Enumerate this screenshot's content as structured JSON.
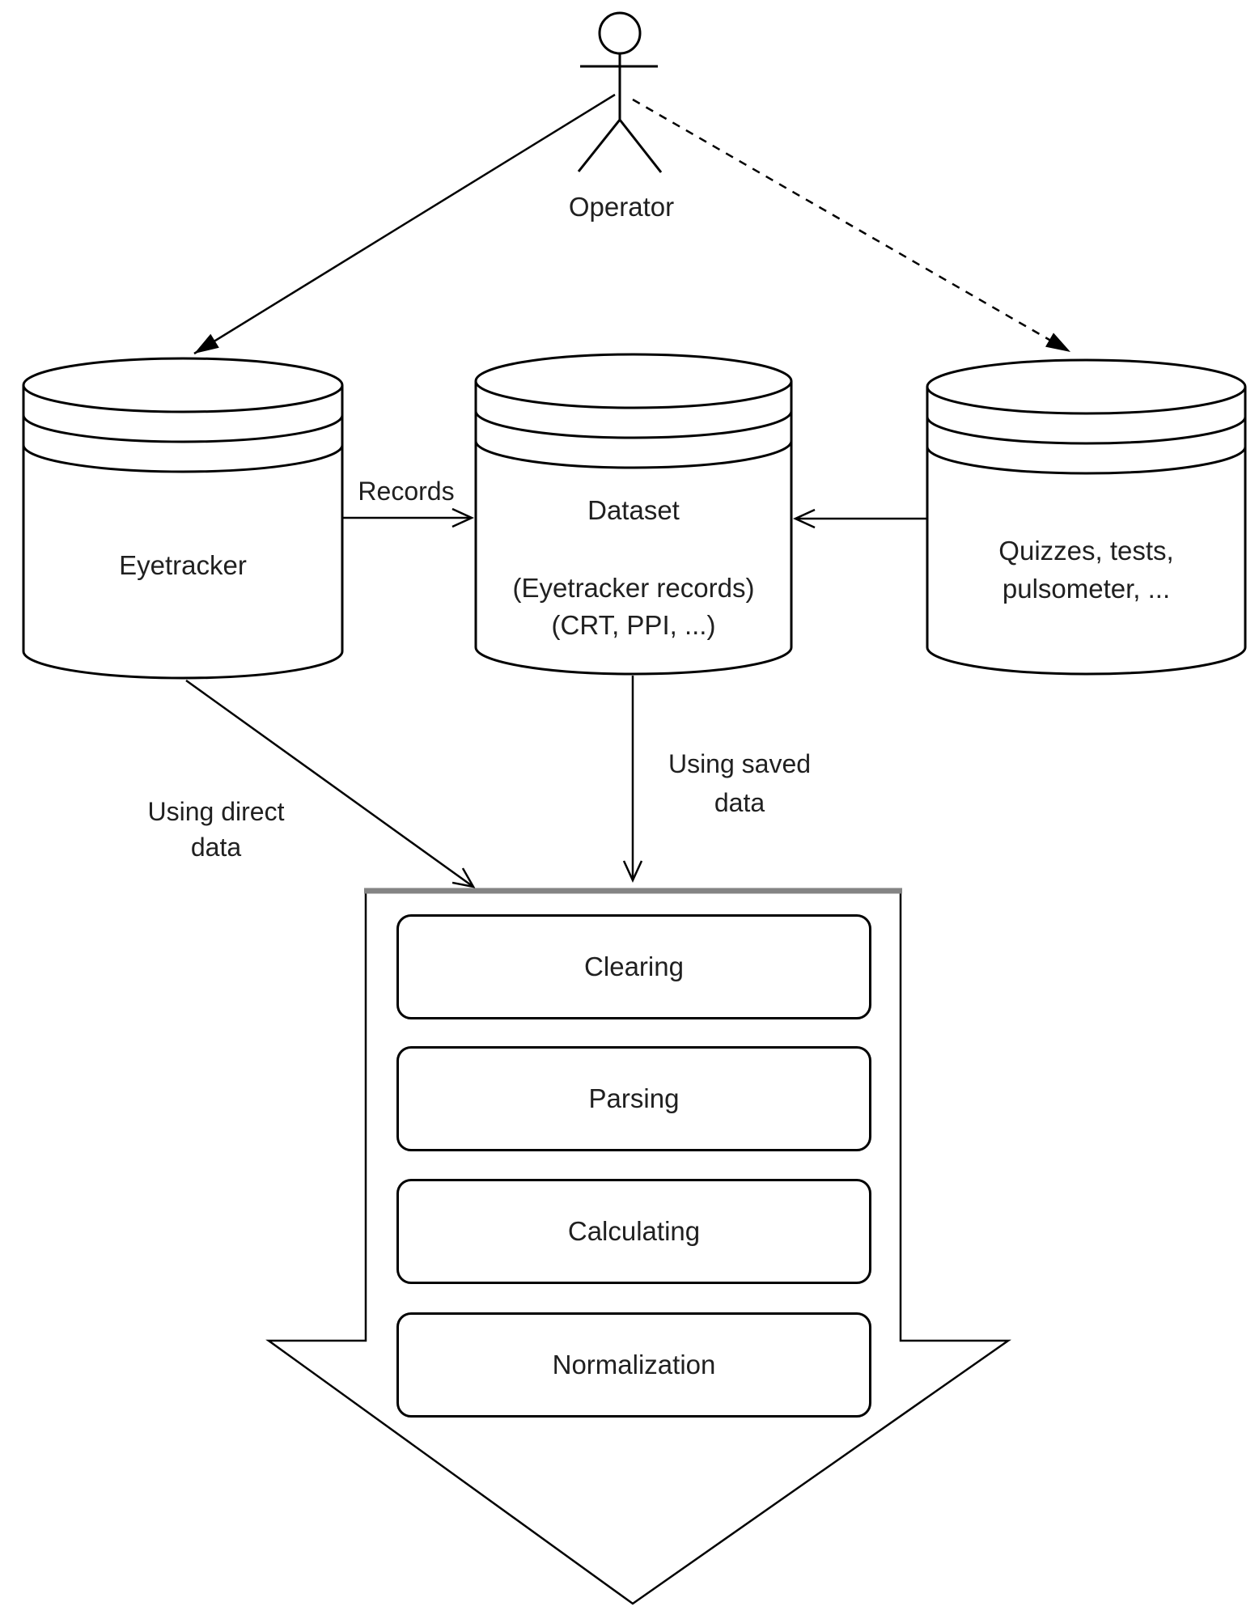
{
  "actor": {
    "label": "Operator"
  },
  "databases": {
    "eyetracker": {
      "label": "Eyetracker"
    },
    "dataset": {
      "title": "Dataset",
      "subtitle1": "(Eyetracker records)",
      "subtitle2": "(CRT, PPI, ...)"
    },
    "sensors": {
      "line1": "Quizzes, tests,",
      "line2": "pulsometer, ..."
    }
  },
  "edges": {
    "records": {
      "label": "Records"
    },
    "using_direct": {
      "line1": "Using direct",
      "line2": "data"
    },
    "using_saved": {
      "line1": "Using saved",
      "line2": "data"
    }
  },
  "pipeline": {
    "steps": [
      "Clearing",
      "Parsing",
      "Calculating",
      "Normalization"
    ]
  },
  "colors": {
    "stroke": "#000000",
    "text": "#202020",
    "arrow_top_bar": "#848484",
    "background": "#ffffff"
  }
}
